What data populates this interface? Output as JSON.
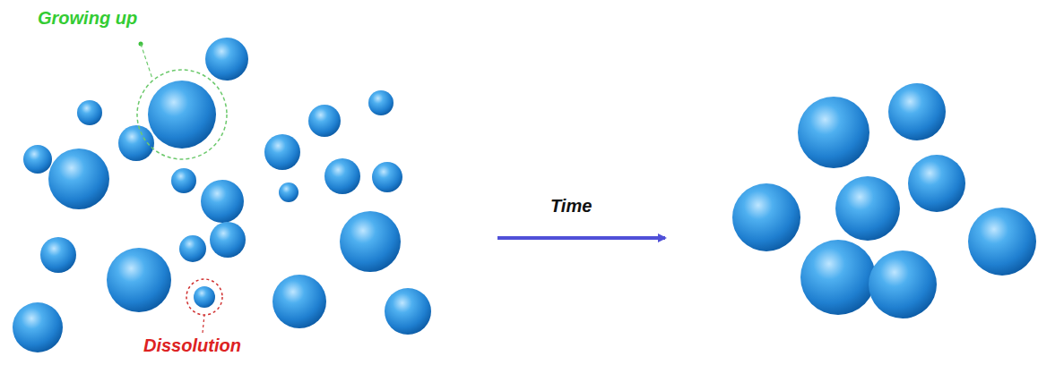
{
  "diagram": {
    "labels": [
      "Growing up",
      "Dissolution",
      "Time"
    ]
  }
}
